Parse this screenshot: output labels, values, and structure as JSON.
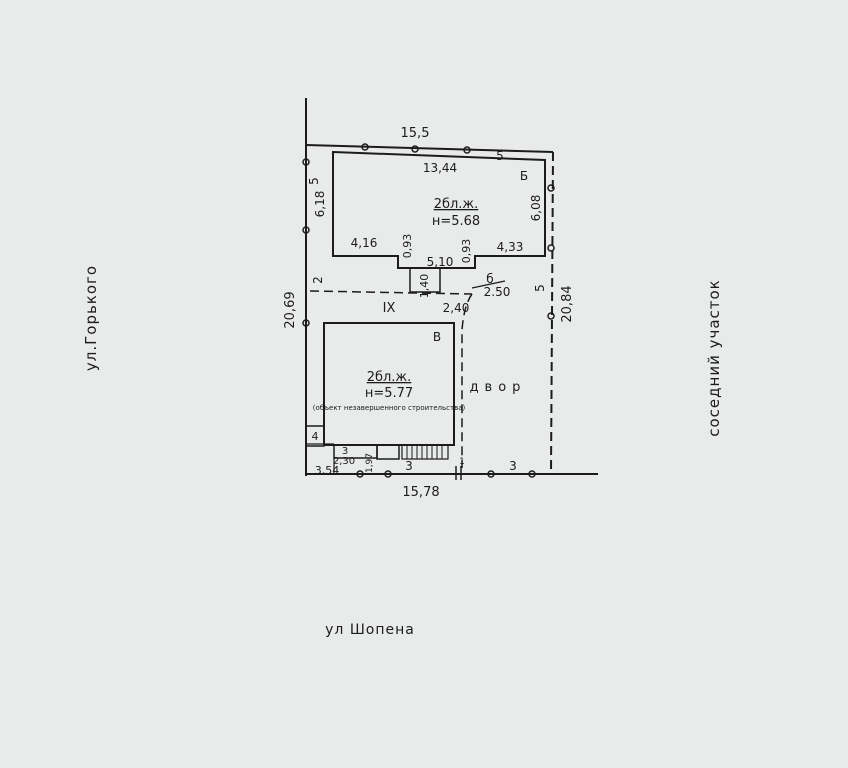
{
  "streets": {
    "west": "ул.Горького",
    "south": "ул Шопена",
    "east": "соседний участок"
  },
  "plot": {
    "dim_top": "15,5",
    "dim_bottom": "15,78",
    "dim_left": "20,69",
    "dim_right": "20,84",
    "yard_label": "двор",
    "outbuilding_label": "IX"
  },
  "building_b": {
    "letter": "Б",
    "line1": "2бл.ж.",
    "line2": "н=5.68",
    "dim_top": "13,44",
    "dim_left": "6,18",
    "dim_right": "6,08",
    "dim_notch_left": "4,16",
    "dim_notch_right": "4,33",
    "dim_notch_bottom": "5,10",
    "dim_step_left": "0,93",
    "dim_step_right": "0,93",
    "dim_porch_height": "1,40",
    "dim_porch_width": "2,40",
    "porch_letter": "б",
    "porch_dim": "2.50"
  },
  "building_v": {
    "letter": "В",
    "line1": "2бл.ж.",
    "line2": "н=5.77",
    "note": "(объект незавершенного строительства)"
  },
  "fence_marks": {
    "north": "5",
    "north_west": "5",
    "west": "2",
    "east": "5",
    "south_a": "3",
    "south_b": "3",
    "south_c": "3",
    "small_left": "4",
    "small_right": "1,97",
    "gate": "1"
  },
  "small_dims": {
    "d1": "3,54",
    "d2": "2,30",
    "d3": "3"
  }
}
